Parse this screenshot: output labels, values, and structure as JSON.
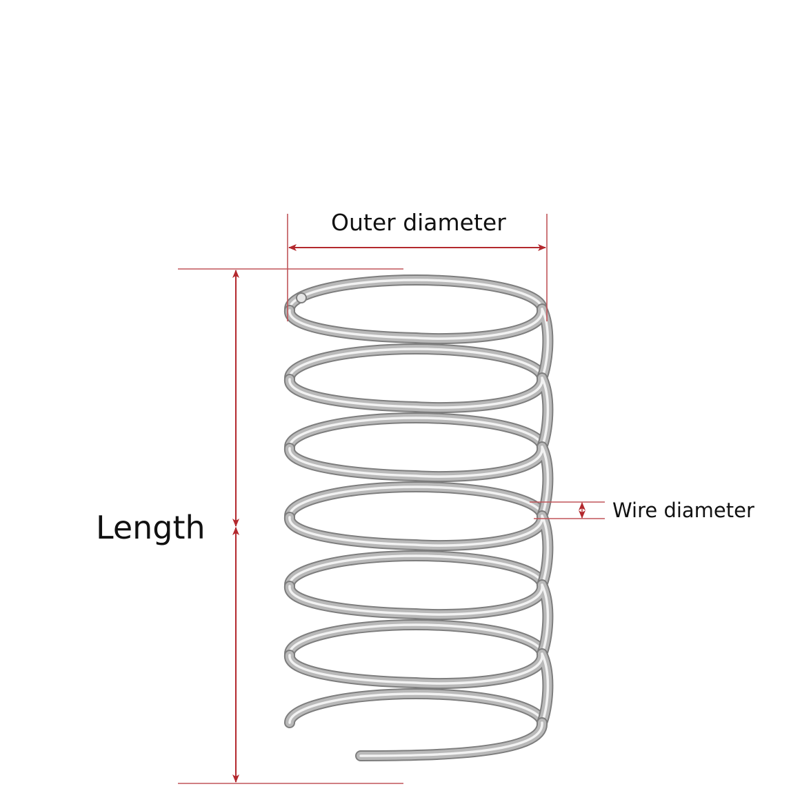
{
  "labels": {
    "outer_diameter": "Outer diameter",
    "length": "Length",
    "wire_diameter": "Wire diameter"
  },
  "colors": {
    "dimension_line": "#b3282d",
    "extension_line": "#c05458",
    "spring_steel": "#b9b9b9",
    "spring_highlight": "#f2f2f2",
    "spring_shadow": "#7d7d7d",
    "background": "#ffffff",
    "text": "#111111"
  },
  "spring": {
    "coils": 7
  }
}
